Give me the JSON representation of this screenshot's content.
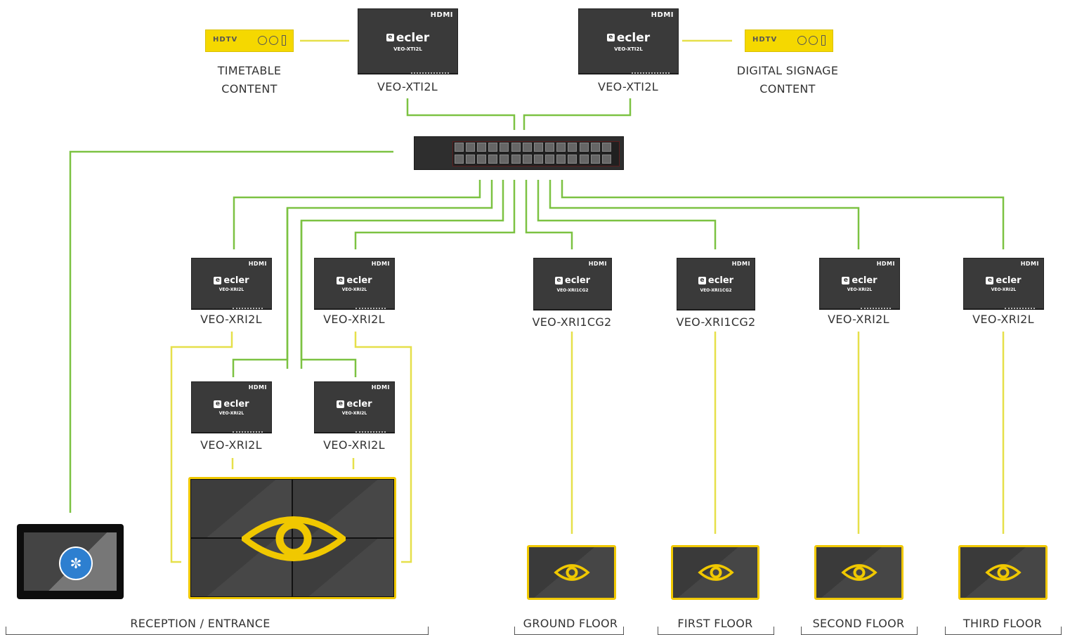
{
  "sources": [
    {
      "id": "timetable",
      "panel_text": "HDTV",
      "label_lines": [
        "TIMETABLE",
        "CONTENT"
      ]
    },
    {
      "id": "signage",
      "panel_text": "HDTV",
      "label_lines": [
        "DIGITAL SIGNAGE",
        "CONTENT"
      ]
    }
  ],
  "transmitters": [
    {
      "id": "tx1",
      "label": "VEO-XTI2L",
      "brand": "ecler",
      "hdmi": "HDMI",
      "model": "VEO-XTI2L"
    },
    {
      "id": "tx2",
      "label": "VEO-XTI2L",
      "brand": "ecler",
      "hdmi": "HDMI",
      "model": "VEO-XTI2L"
    }
  ],
  "receivers": [
    {
      "id": "rx1",
      "label": "VEO-XRI2L",
      "brand": "ecler",
      "hdmi": "HDMI",
      "model": "VEO-XRI2L"
    },
    {
      "id": "rx2",
      "label": "VEO-XRI2L",
      "brand": "ecler",
      "hdmi": "HDMI",
      "model": "VEO-XRI2L"
    },
    {
      "id": "rx3",
      "label": "VEO-XRI2L",
      "brand": "ecler",
      "hdmi": "HDMI",
      "model": "VEO-XRI2L"
    },
    {
      "id": "rx4",
      "label": "VEO-XRI2L",
      "brand": "ecler",
      "hdmi": "HDMI",
      "model": "VEO-XRI2L"
    },
    {
      "id": "rx5",
      "label": "VEO-XRI1CG2",
      "brand": "ecler",
      "hdmi": "HDMI",
      "model": "VEO-XRI1CG2"
    },
    {
      "id": "rx6",
      "label": "VEO-XRI1CG2",
      "brand": "ecler",
      "hdmi": "HDMI",
      "model": "VEO-XRI1CG2"
    },
    {
      "id": "rx7",
      "label": "VEO-XRI2L",
      "brand": "ecler",
      "hdmi": "HDMI",
      "model": "VEO-XRI2L"
    },
    {
      "id": "rx8",
      "label": "VEO-XRI2L",
      "brand": "ecler",
      "hdmi": "HDMI",
      "model": "VEO-XRI2L"
    }
  ],
  "zones": [
    "RECEPTION / ENTRANCE",
    "GROUND FLOOR",
    "FIRST FLOOR",
    "SECOND FLOOR",
    "THIRD FLOOR"
  ],
  "colors": {
    "network_line": "#7cc242",
    "video_line": "#e6e04a",
    "display_border": "#f0c800",
    "device_body": "#3a3a3a",
    "source_body": "#f5d800"
  },
  "icons": {
    "tablet_app": "control-app-icon",
    "display": "eye-icon"
  }
}
